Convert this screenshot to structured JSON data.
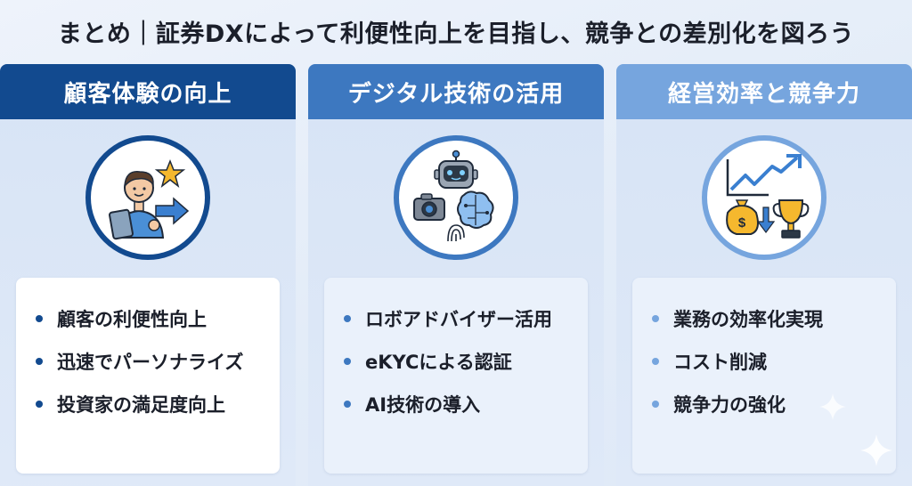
{
  "page": {
    "title": "まとめ｜証券DXによって利便性向上を目指し、競争との差別化を図ろう"
  },
  "columns": [
    {
      "header": "顧客体験の向上",
      "icon": "customer-tablet-icon",
      "color": "#124a8f",
      "items": [
        "顧客の利便性向上",
        "迅速でパーソナライズ",
        "投資家の満足度向上"
      ]
    },
    {
      "header": "デジタル技術の活用",
      "icon": "robot-tech-icon",
      "color": "#3d78c0",
      "items": [
        "ロボアドバイザー活用",
        "eKYCによる認証",
        "AI技術の導入"
      ]
    },
    {
      "header": "経営効率と競争力",
      "icon": "growth-trophy-icon",
      "color": "#76a5de",
      "items": [
        "業務の効率化実現",
        "コスト削減",
        "競争力の強化"
      ]
    }
  ]
}
